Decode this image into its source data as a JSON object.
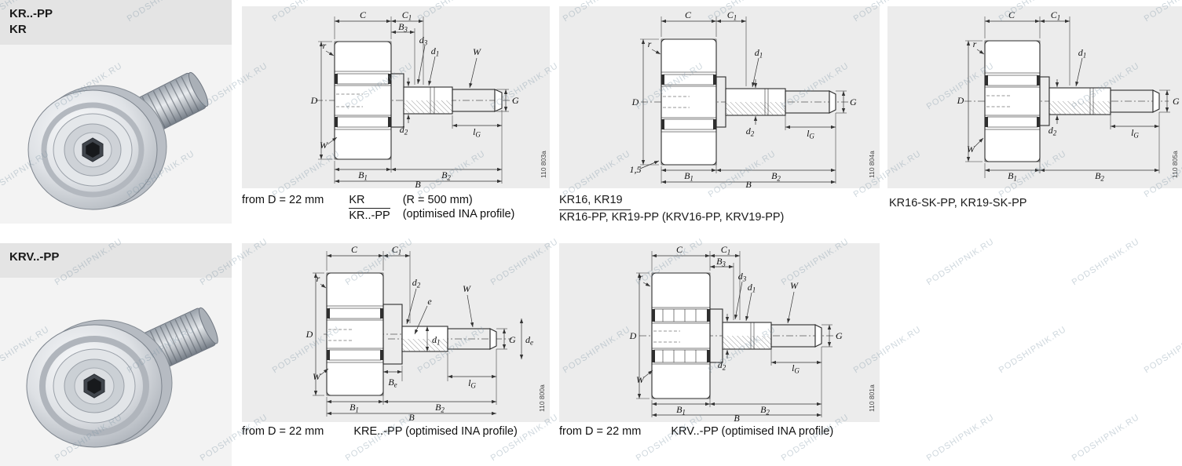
{
  "page": {
    "watermark": "PODSHIPNIK.RU"
  },
  "left": {
    "top_header": {
      "line1": "KR..-PP",
      "line2": "KR"
    },
    "bottom_header": {
      "line1": "KRV..-PP"
    }
  },
  "panels": [
    {
      "name": "KR",
      "drawing_number": "110 803a",
      "labels": {
        "C": "C",
        "C1": "C_1",
        "B3": "B_3",
        "d3": "d_3",
        "d1": "d_1",
        "W_top": "W",
        "r": "r",
        "D": "D",
        "d2": "d_2",
        "G": "G",
        "lG": "l_G",
        "B1": "B_1",
        "B2": "B_2",
        "B": "B",
        "W_bottom": "W"
      },
      "caption": {
        "prefix": "from D = 22 mm",
        "frac_top": "KR",
        "frac_bottom": "KR..-PP",
        "note_top": "(R = 500 mm)",
        "note_bottom": "(optimised INA profile)"
      }
    },
    {
      "name": "KR16-KR19",
      "drawing_number": "110 804a",
      "labels": {
        "C": "C",
        "C1": "C_1",
        "r": "r",
        "d1": "d_1",
        "D": "D",
        "d2": "d_2",
        "G": "G",
        "lG": "l_G",
        "B1": "B_1",
        "B2": "B_2",
        "B": "B",
        "chamfer": "1,5"
      },
      "caption": {
        "line1": "KR16, KR19",
        "line2": "KR16-PP, KR19-PP (KRV16-PP, KRV19-PP)"
      }
    },
    {
      "name": "KR16-SK",
      "drawing_number": "110 805a",
      "labels": {
        "C": "C",
        "C1": "C_1",
        "r": "r",
        "d1": "d_1",
        "D": "D",
        "W": "W",
        "d2": "d_2",
        "G": "G",
        "lG": "l_G",
        "B1": "B_1",
        "B2": "B_2"
      },
      "caption": {
        "line1": "KR16-SK-PP, KR19-SK-PP"
      }
    },
    {
      "name": "KRE",
      "drawing_number": "110 800a",
      "labels": {
        "C": "C",
        "C1": "C_1",
        "d2": "d_2",
        "e": "e",
        "W_top": "W",
        "r": "r",
        "D": "D",
        "d1": "d_1",
        "G": "G",
        "de": "d_e",
        "W_bottom": "W",
        "Be": "B_e",
        "lG": "l_G",
        "B1": "B_1",
        "B2": "B_2",
        "B": "B"
      },
      "caption": {
        "prefix": "from D = 22 mm",
        "text": "KRE..-PP (optimised INA profile)"
      }
    },
    {
      "name": "KRV",
      "drawing_number": "110 801a",
      "labels": {
        "C": "C",
        "C1": "C_1",
        "B3": "B_3",
        "d3": "d_3",
        "d1": "d_1",
        "W_top": "W",
        "r": "r",
        "D": "D",
        "d2": "d_2",
        "lG": "l_G",
        "G": "G",
        "B1": "B_1",
        "B2": "B_2",
        "B": "B",
        "W_bottom": "W"
      },
      "caption": {
        "prefix": "from D = 22 mm",
        "text": "KRV..-PP (optimised INA profile)"
      }
    }
  ]
}
